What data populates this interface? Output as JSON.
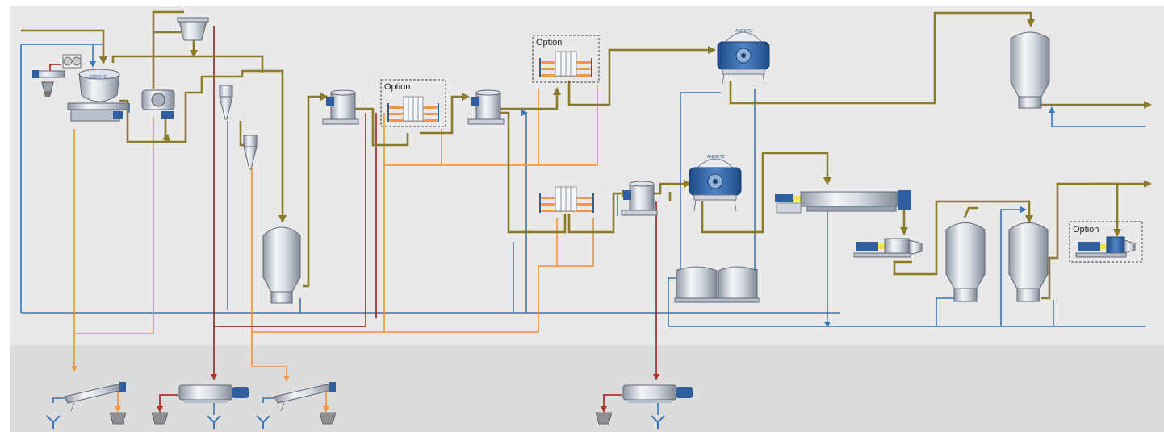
{
  "colors": {
    "background": "#e9e9e9",
    "floor": "#dcdcdc",
    "olive": "#8b7a2a",
    "blue": "#3b76b8",
    "orange": "#f29a4a",
    "darkred": "#a8352f",
    "steel": "#c3ccd6",
    "machineBlue": "#2f5f9e"
  },
  "labels": {
    "option1": "Option",
    "option2": "Option",
    "option3": "Option",
    "brand1": "ANDRITZ",
    "brand2": "ANDRITZ",
    "brand3": "ANDRITZ"
  }
}
